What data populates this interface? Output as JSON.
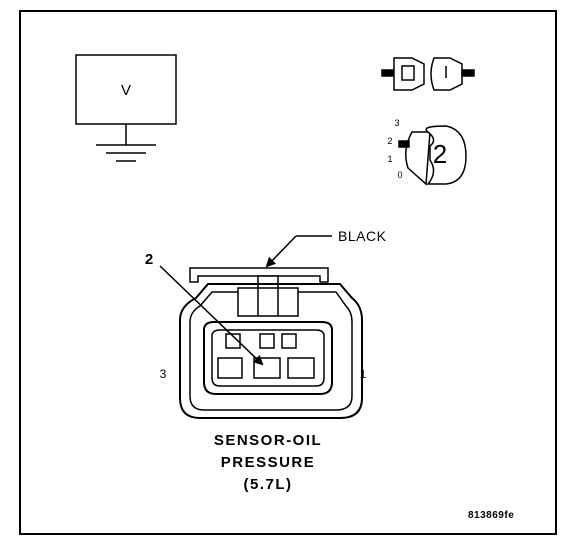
{
  "meter": {
    "symbol": "V"
  },
  "connector_key": {
    "pin_labels": [
      "3",
      "2",
      "1",
      "0"
    ],
    "callout": "2"
  },
  "connector": {
    "color_label": "BLACK",
    "pointer_pin": "2",
    "left_pin": "3",
    "right_pin": "1"
  },
  "caption": {
    "line1": "SENSOR-OIL",
    "line2": "PRESSURE",
    "line3": "(5.7L)"
  },
  "figure_id": "813869fe"
}
